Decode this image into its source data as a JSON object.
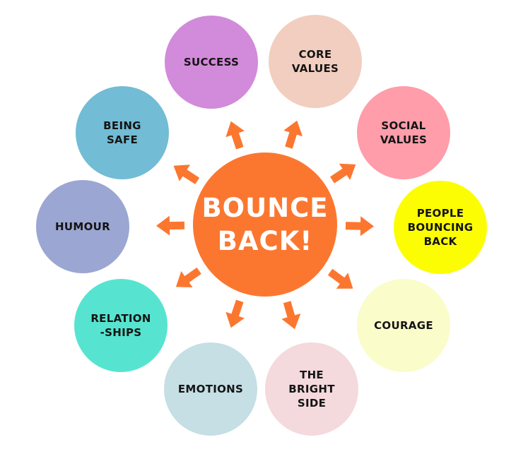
{
  "hub": {
    "label": "BOUNCE\nBACK!",
    "color": "#FB7730"
  },
  "arrow_color": "#FB7730",
  "nodes": [
    {
      "id": "success",
      "label": "SUCCESS",
      "color": "#D28ADA"
    },
    {
      "id": "core-values",
      "label": "CORE\nVALUES",
      "color": "#F1CEBF"
    },
    {
      "id": "social-values",
      "label": "SOCIAL\nVALUES",
      "color": "#FF9DAA"
    },
    {
      "id": "people-bouncing-back",
      "label": "PEOPLE\nBOUNCING\nBACK",
      "color": "#FCFD03"
    },
    {
      "id": "courage",
      "label": "COURAGE",
      "color": "#FAFCCA"
    },
    {
      "id": "the-bright-side",
      "label": "THE\nBRIGHT\nSIDE",
      "color": "#F4D9DD"
    },
    {
      "id": "emotions",
      "label": "EMOTIONS",
      "color": "#C5DFE4"
    },
    {
      "id": "relationships",
      "label": "RELATION\n-SHIPS",
      "color": "#56E4D0"
    },
    {
      "id": "humour",
      "label": "HUMOUR",
      "color": "#9BA6D2"
    },
    {
      "id": "being-safe",
      "label": "BEING\nSAFE",
      "color": "#72BCD5"
    }
  ]
}
